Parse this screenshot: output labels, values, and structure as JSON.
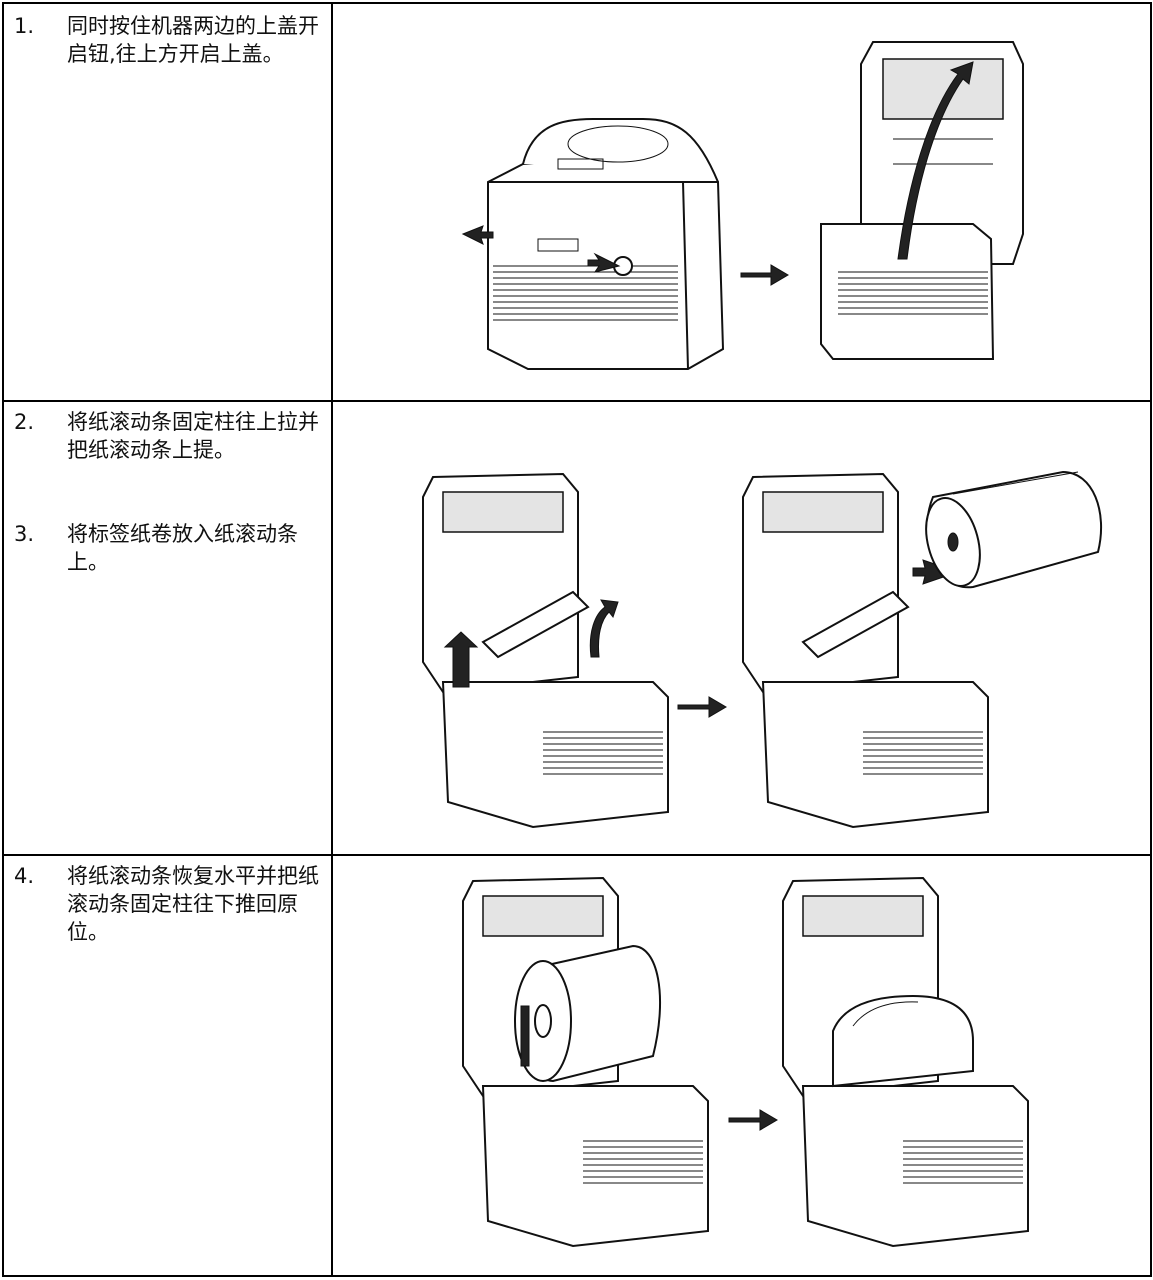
{
  "steps": [
    {
      "number": "1.",
      "text": "同时按住机器两边的上盖开启钮,往上方开启上盖。"
    },
    {
      "number": "2.",
      "text": "将纸滚动条固定柱往上拉并把纸滚动条上提。"
    },
    {
      "number": "3.",
      "text": "将标签纸卷放入纸滚动条上。"
    },
    {
      "number": "4.",
      "text": "将纸滚动条恢复水平并把纸滚动条固定柱往下推回原位。"
    }
  ],
  "colors": {
    "line": "#111111",
    "background": "#ffffff"
  },
  "icons": [
    "printer-closed-illustration",
    "printer-open-illustration",
    "arrow-right-icon",
    "label-roll-illustration"
  ]
}
